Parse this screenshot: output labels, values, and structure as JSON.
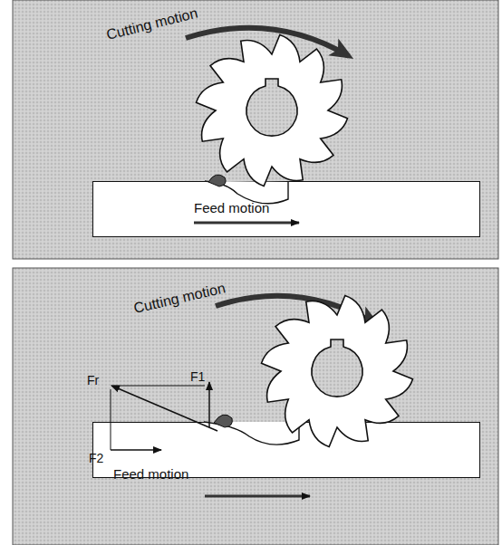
{
  "diagram": {
    "nodes": [
      {
        "text": [
          "Feed motion"
        ]
      },
      {
        "text": [
          "Feed motion"
        ]
      }
    ],
    "labels": [
      "Cutting motion",
      "Cutting motion",
      "Fr",
      "F1",
      "F2"
    ]
  }
}
